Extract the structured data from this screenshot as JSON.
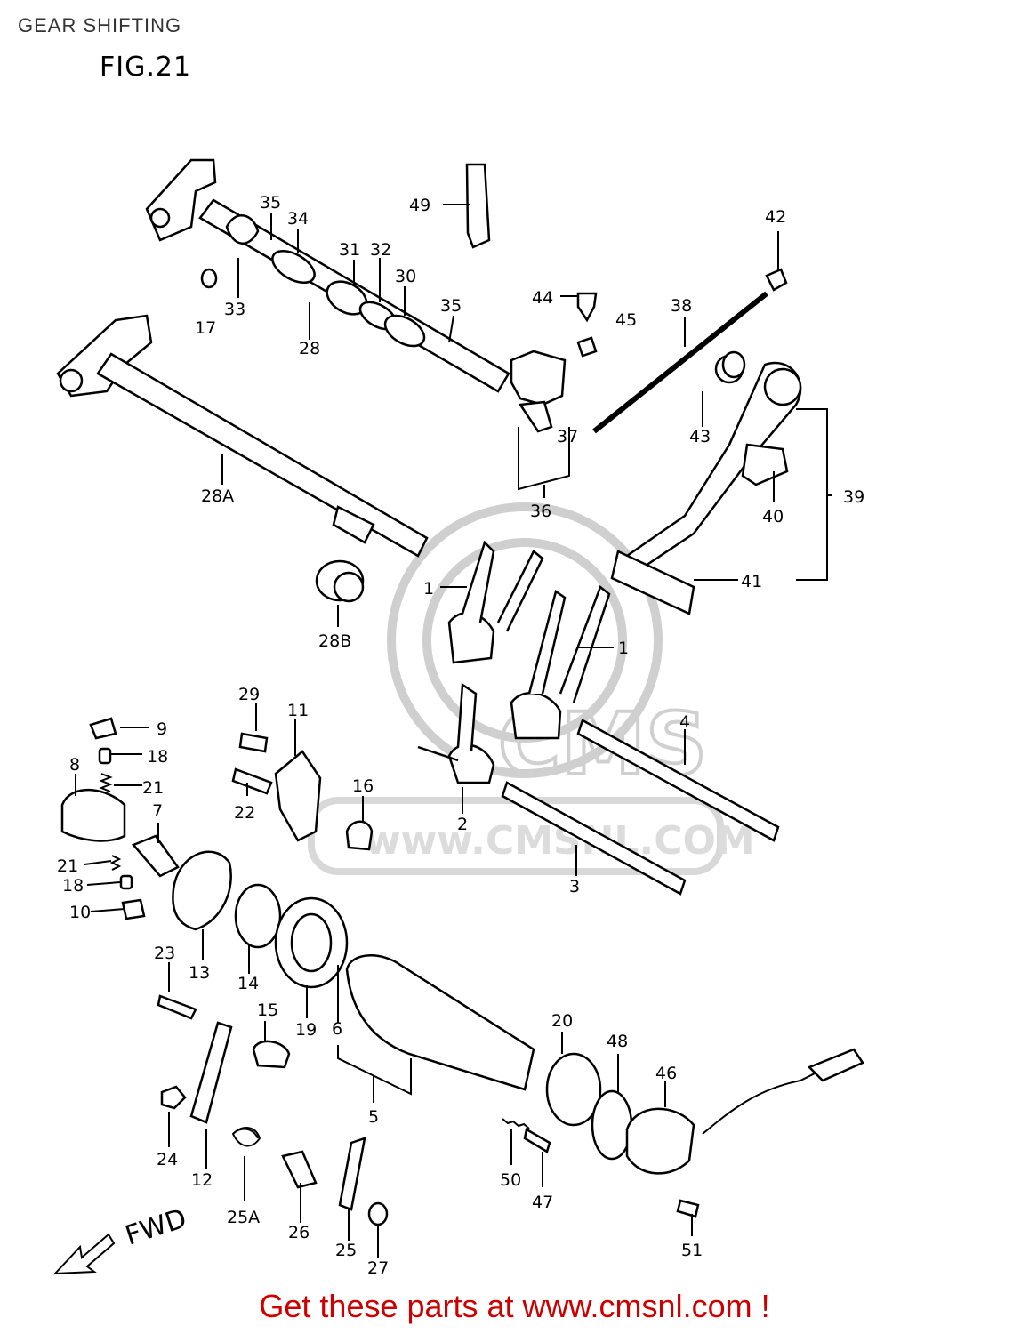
{
  "header": {
    "title": "GEAR SHIFTING",
    "figure": "FIG.21"
  },
  "footer": {
    "link_text": "Get these parts at www.cmsnl.com !"
  },
  "watermark": {
    "text": "www.CMSNL.COM",
    "logo_text": "CMS"
  },
  "direction": {
    "text": "FWD"
  },
  "parts": [
    {
      "id": "1a",
      "label": "1"
    },
    {
      "id": "1b",
      "label": "1"
    },
    {
      "id": "2",
      "label": "2"
    },
    {
      "id": "3",
      "label": "3"
    },
    {
      "id": "4",
      "label": "4"
    },
    {
      "id": "5",
      "label": "5"
    },
    {
      "id": "6",
      "label": "6"
    },
    {
      "id": "7",
      "label": "7"
    },
    {
      "id": "8",
      "label": "8"
    },
    {
      "id": "9",
      "label": "9"
    },
    {
      "id": "10",
      "label": "10"
    },
    {
      "id": "11",
      "label": "11"
    },
    {
      "id": "12",
      "label": "12"
    },
    {
      "id": "13",
      "label": "13"
    },
    {
      "id": "14",
      "label": "14"
    },
    {
      "id": "15",
      "label": "15"
    },
    {
      "id": "16",
      "label": "16"
    },
    {
      "id": "17",
      "label": "17"
    },
    {
      "id": "18a",
      "label": "18"
    },
    {
      "id": "18b",
      "label": "18"
    },
    {
      "id": "19",
      "label": "19"
    },
    {
      "id": "20",
      "label": "20"
    },
    {
      "id": "21a",
      "label": "21"
    },
    {
      "id": "21b",
      "label": "21"
    },
    {
      "id": "22",
      "label": "22"
    },
    {
      "id": "23",
      "label": "23"
    },
    {
      "id": "24",
      "label": "24"
    },
    {
      "id": "25",
      "label": "25"
    },
    {
      "id": "25A",
      "label": "25A"
    },
    {
      "id": "26",
      "label": "26"
    },
    {
      "id": "27",
      "label": "27"
    },
    {
      "id": "28",
      "label": "28"
    },
    {
      "id": "28A",
      "label": "28A"
    },
    {
      "id": "28B",
      "label": "28B"
    },
    {
      "id": "29",
      "label": "29"
    },
    {
      "id": "30",
      "label": "30"
    },
    {
      "id": "31",
      "label": "31"
    },
    {
      "id": "32",
      "label": "32"
    },
    {
      "id": "33",
      "label": "33"
    },
    {
      "id": "34",
      "label": "34"
    },
    {
      "id": "35a",
      "label": "35"
    },
    {
      "id": "35b",
      "label": "35"
    },
    {
      "id": "36",
      "label": "36"
    },
    {
      "id": "37",
      "label": "37"
    },
    {
      "id": "38",
      "label": "38"
    },
    {
      "id": "39",
      "label": "39"
    },
    {
      "id": "40",
      "label": "40"
    },
    {
      "id": "41",
      "label": "41"
    },
    {
      "id": "42",
      "label": "42"
    },
    {
      "id": "43",
      "label": "43"
    },
    {
      "id": "44",
      "label": "44"
    },
    {
      "id": "45",
      "label": "45"
    },
    {
      "id": "46",
      "label": "46"
    },
    {
      "id": "47",
      "label": "47"
    },
    {
      "id": "48",
      "label": "48"
    },
    {
      "id": "49",
      "label": "49"
    },
    {
      "id": "50",
      "label": "50"
    },
    {
      "id": "51",
      "label": "51"
    }
  ]
}
